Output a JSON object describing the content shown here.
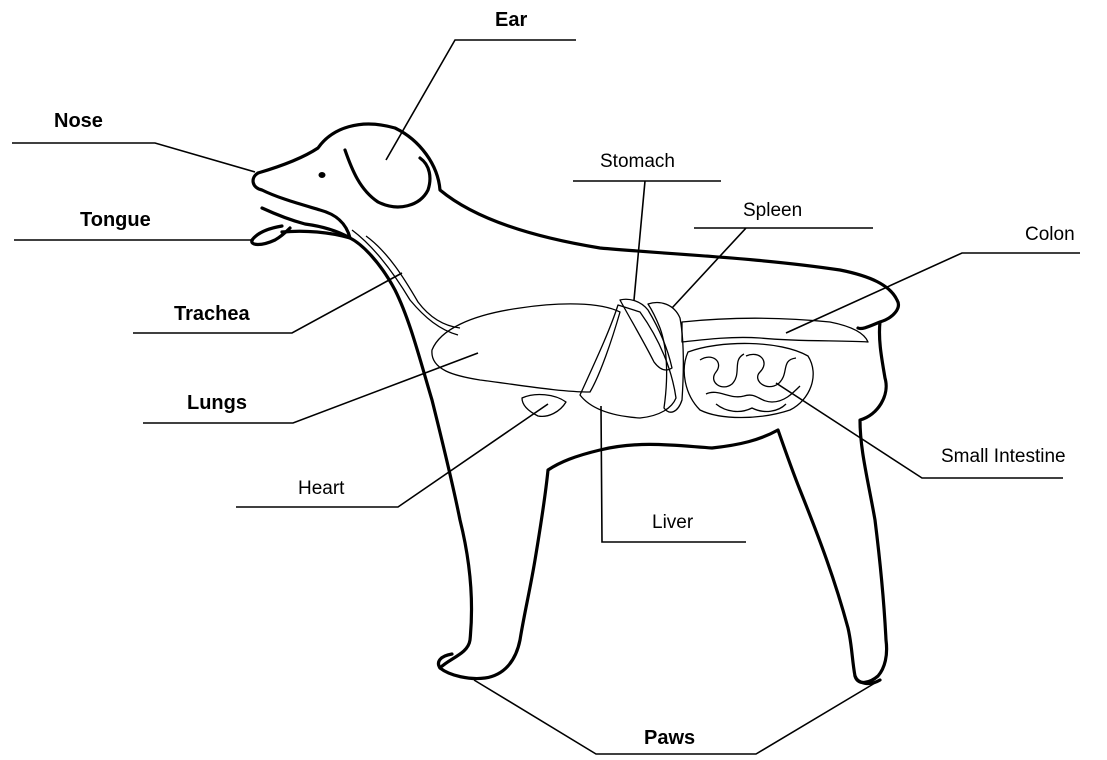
{
  "labels": {
    "ear": "Ear",
    "nose": "Nose",
    "tongue": "Tongue",
    "trachea": "Trachea",
    "lungs": "Lungs",
    "heart": "Heart",
    "stomach": "Stomach",
    "spleen": "Spleen",
    "colon": "Colon",
    "small_intestine": "Small Intestine",
    "liver": "Liver",
    "paws": "Paws"
  }
}
